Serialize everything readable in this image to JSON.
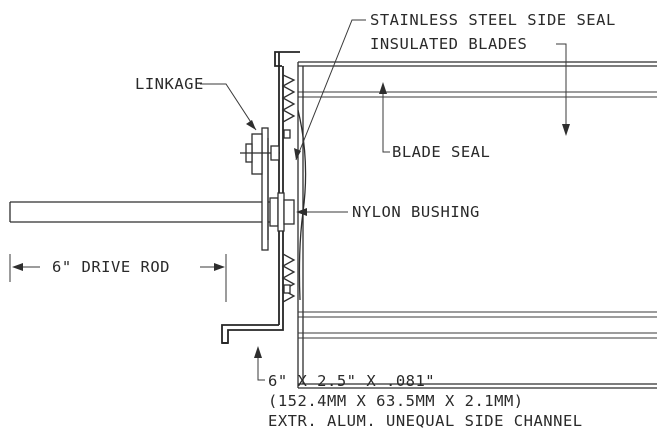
{
  "labels": {
    "stainless_side_seal": "STAINLESS STEEL SIDE SEAL",
    "insulated_blades": "INSULATED BLADES",
    "linkage": "LINKAGE",
    "blade_seal": "BLADE SEAL",
    "nylon_bushing": "NYLON BUSHING",
    "drive_rod": "6\" DRIVE ROD",
    "channel_dims_in": "6\" X 2.5\" X .081\"",
    "channel_dims_mm": "(152.4MM X 63.5MM X 2.1MM)",
    "channel_desc": "EXTR. ALUM. UNEQUAL SIDE CHANNEL"
  }
}
